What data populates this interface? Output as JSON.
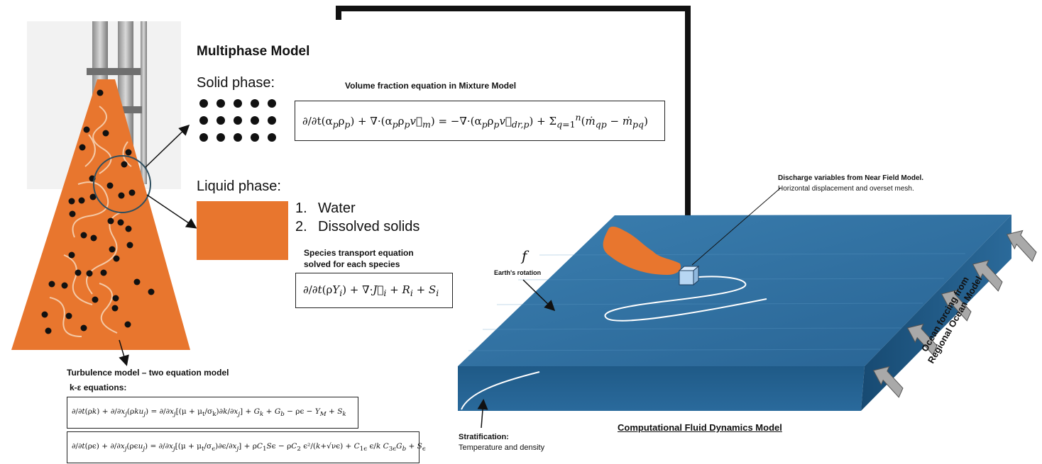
{
  "multiphase": {
    "title": "Multiphase Model",
    "solid_label": "Solid phase:",
    "volume_fraction_title": "Volume fraction equation in Mixture Model",
    "volume_fraction_eq": "∂/∂t(αₚρₚ) + ∇·(αₚρₚv⃗ₘ) = −∇·(αₚρₚv⃗dr,p) + Σq=1ⁿ(ṁqp − ṁpq)",
    "liquid_label": "Liquid phase:",
    "liquid_items": [
      "Water",
      "Dissolved solids"
    ],
    "species_title_1": "Species transport equation",
    "species_title_2": "solved for each species",
    "species_eq": "∂/∂t(ρYᵢ) + ∇·J⃗ᵢ + Rᵢ + Sᵢ"
  },
  "turbulence": {
    "title": "Turbulence model – two equation model",
    "subtitle": "k-ε equations:",
    "eq_k": "∂/∂t(ρk) + ∂/∂xⱼ(ρkuⱼ) = ∂/∂xⱼ[(μ + μₜ/σₖ)∂k/∂xⱼ] + Gₖ + G_b − ρϵ − Y_M + Sₖ",
    "eq_e": "∂/∂t(ρϵ) + ∂/∂xⱼ(ρϵuⱼ) = ∂/∂xⱼ[(μ + μₜ/σϵ)∂ϵ/∂xⱼ] + ρC₁Sϵ − ρC₂ ϵ²/(k+√νϵ) + C₁ϵ (ϵ/k) C₃ϵ G_b + Sϵ"
  },
  "cfd": {
    "discharge_title": "Discharge variables from Near Field Model.",
    "discharge_sub": "Horizontal displacement and overset mesh.",
    "f_symbol": "f",
    "earth_rotation": "Earth's rotation",
    "ocean_forcing_1": "Ocean forcing from",
    "ocean_forcing_2": "Regional Ocean Model",
    "stratification_title": "Stratification:",
    "stratification_sub": "Temperature and density",
    "model_title": "Computational Fluid Dynamics Model"
  },
  "colors": {
    "plume": "#e8762e",
    "ocean_top": "#2f6f9e",
    "ocean_side": "#1d5480",
    "arrow_gray": "#a9a9a9"
  }
}
